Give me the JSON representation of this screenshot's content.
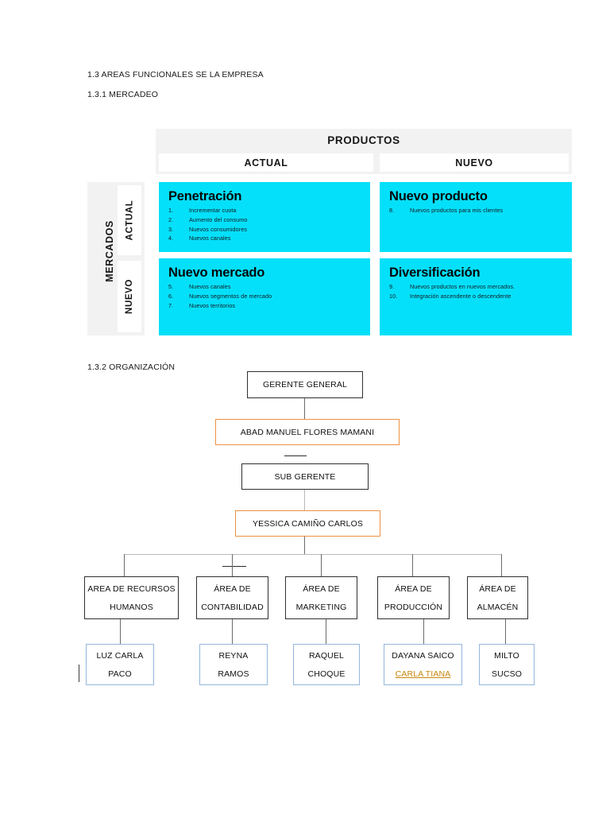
{
  "document": {
    "heading_main": "1.3 AREAS FUNCIONALES SE LA EMPRESA",
    "heading_sub_1": "1.3.1 MERCADEO",
    "heading_sub_2": "1.3.2 ORGANIZACIÓN"
  },
  "matrix": {
    "products_label": "PRODUCTOS",
    "products_columns": [
      "ACTUAL",
      "NUEVO"
    ],
    "markets_label": "MERCADOS",
    "markets_rows": [
      "ACTUAL",
      "NUEVO"
    ],
    "accent_color": "#05e0fa",
    "quadrants": [
      {
        "key": "penetracion",
        "title": "Penetración",
        "items": [
          {
            "num": "1.",
            "text": "Incrementar cuota"
          },
          {
            "num": "2.",
            "text": "Aumento del consumo"
          },
          {
            "num": "3.",
            "text": "Nuevos consumidores"
          },
          {
            "num": "4.",
            "text": "Nuevos canales"
          }
        ]
      },
      {
        "key": "nuevo_producto",
        "title": "Nuevo producto",
        "items": [
          {
            "num": "8.",
            "text": "Nuevos productos para mis clientes"
          }
        ]
      },
      {
        "key": "nuevo_mercado",
        "title": "Nuevo mercado",
        "items": [
          {
            "num": "5.",
            "text": "Nuevos canales"
          },
          {
            "num": "6.",
            "text": "Nuevos segmentos de mercado"
          },
          {
            "num": "7.",
            "text": "Nuevos territorios"
          }
        ]
      },
      {
        "key": "diversificacion",
        "title": "Diversificación",
        "items": [
          {
            "num": "9.",
            "text": "Nuevos productos en nuevos mercados."
          },
          {
            "num": "10.",
            "text": "Integración ascendente o descendente"
          }
        ]
      }
    ]
  },
  "org_chart": {
    "colors": {
      "role_border": "#2f2f2f",
      "person_border": "#ed9141",
      "staff_border": "#94b6dd",
      "highlight_text": "#c8860d"
    },
    "gerente_general": "GERENTE GENERAL",
    "gerente_general_person": "ABAD MANUEL FLORES MAMANI",
    "sub_gerente": "SUB GERENTE",
    "sub_gerente_person": "YESSICA CAMIÑO CARLOS",
    "departments": [
      {
        "line1": "AREA DE RECURSOS",
        "line2": "HUMANOS"
      },
      {
        "line1": "ÁREA DE",
        "line2": "CONTABILIDAD"
      },
      {
        "line1": "ÁREA DE",
        "line2": "MARKETING"
      },
      {
        "line1": "ÁREA DE",
        "line2": "PRODUCCIÓN"
      },
      {
        "line1": "ÁREA DE",
        "line2": "ALMACÉN"
      }
    ],
    "staff": [
      {
        "line1": "LUZ CARLA",
        "line2": "PACO",
        "highlight": false
      },
      {
        "line1": "REYNA",
        "line2": "RAMOS",
        "highlight": false
      },
      {
        "line1": "RAQUEL",
        "line2": "CHOQUE",
        "highlight": false
      },
      {
        "line1": "DAYANA SAICO",
        "line2": "CARLA TIANA",
        "highlight": true
      },
      {
        "line1": "MILTO",
        "line2": "SUCSO",
        "highlight": false
      }
    ]
  }
}
